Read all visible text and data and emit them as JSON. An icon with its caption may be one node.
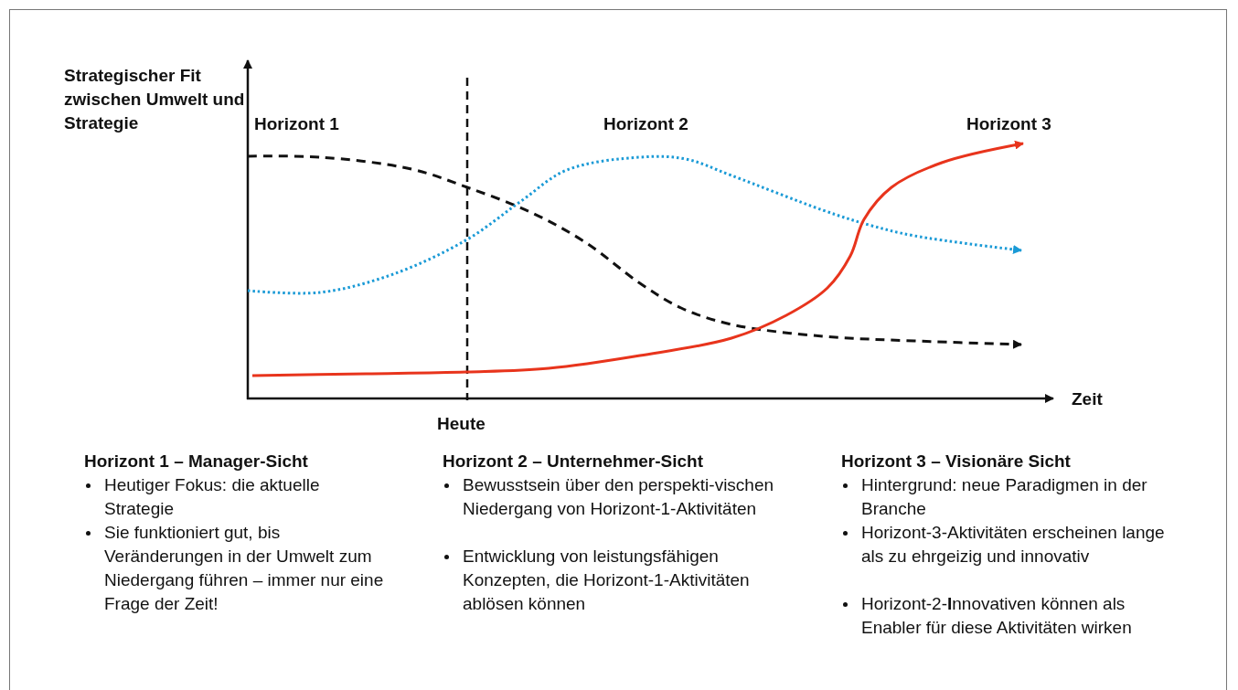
{
  "diagram": {
    "labels": [
      "Strategischer Fit zwischen Umwelt und Strategie",
      "Horizont 1",
      "Horizont 2",
      "Horizont 3",
      "Zeit",
      "Heute",
      "Horizont 1 – Manager-Sicht",
      "Heutiger Fokus: die aktuelle Strategie",
      "Sie funktioniert gut, bis Veränderungen in der Umwelt zum Niedergang führen – immer nur eine Frage der Zeit!",
      "Horizont 2 – Unternehmer-Sicht",
      "Bewusstsein über den perspekti-vischen Niedergang von Horizont-1-Aktivitäten",
      "Entwicklung von leistungsfähigen Konzepten, die Horizont-1-Aktivitäten ablösen können",
      "Horizont 3 – Visionäre Sicht",
      "Hintergrund: neue Paradigmen in der Branche",
      "Horizont-3-Aktivitäten erscheinen lange als zu ehrgeizig und innovativ",
      "Horizont-2-**I**nnovativen können als Enabler für diese Aktivitäten wirken"
    ]
  }
}
